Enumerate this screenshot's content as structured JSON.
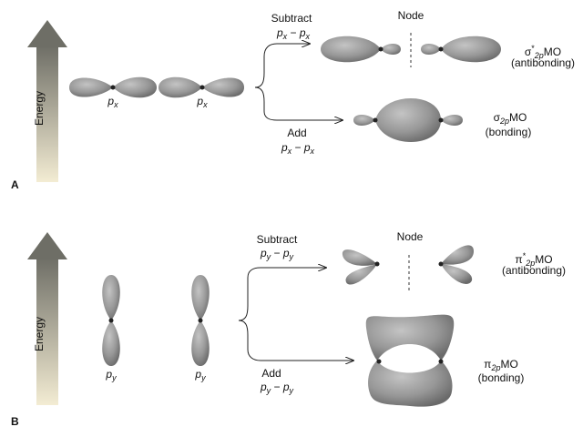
{
  "colors": {
    "lobe": "#9a9a9a",
    "lobe_dark": "#6f6f6f",
    "arrow_top": "#6e6e66",
    "arrow_bottom": "#f3ecd3",
    "line": "#222222"
  },
  "panel_a": {
    "letter": "A",
    "energy_label": "Energy",
    "orbital_label_1": "p",
    "orbital_sub_1": "x",
    "orbital_label_2": "p",
    "orbital_sub_2": "x",
    "subtract_label": "Subtract",
    "subtract_expr_a": "p",
    "subtract_expr_a_sub": "x",
    "subtract_expr_op": " − ",
    "subtract_expr_b": "p",
    "subtract_expr_b_sub": "x",
    "add_label": "Add",
    "add_expr_a": "p",
    "add_expr_a_sub": "x",
    "add_expr_op": " − ",
    "add_expr_b": "p",
    "add_expr_b_sub": "x",
    "node_label": "Node",
    "antibonding_symbol": "σ",
    "antibonding_sup": "*",
    "antibonding_sub": "2p",
    "antibonding_mo": "MO",
    "antibonding_desc": "(antibonding)",
    "bonding_symbol": "σ",
    "bonding_sub": "2p",
    "bonding_mo": "MO",
    "bonding_desc": "(bonding)"
  },
  "panel_b": {
    "letter": "B",
    "energy_label": "Energy",
    "orbital_label_1": "p",
    "orbital_sub_1": "y",
    "orbital_label_2": "p",
    "orbital_sub_2": "y",
    "subtract_label": "Subtract",
    "subtract_expr_a": "p",
    "subtract_expr_a_sub": "y",
    "subtract_expr_op": " − ",
    "subtract_expr_b": "p",
    "subtract_expr_b_sub": "y",
    "add_label": "Add",
    "add_expr_a": "p",
    "add_expr_a_sub": "y",
    "add_expr_op": " − ",
    "add_expr_b": "p",
    "add_expr_b_sub": "y",
    "node_label": "Node",
    "antibonding_symbol": "π",
    "antibonding_sup": "*",
    "antibonding_sub": "2p",
    "antibonding_mo": "MO",
    "antibonding_desc": "(antibonding)",
    "bonding_symbol": "π",
    "bonding_sub": "2p",
    "bonding_mo": "MO",
    "bonding_desc": "(bonding)"
  }
}
